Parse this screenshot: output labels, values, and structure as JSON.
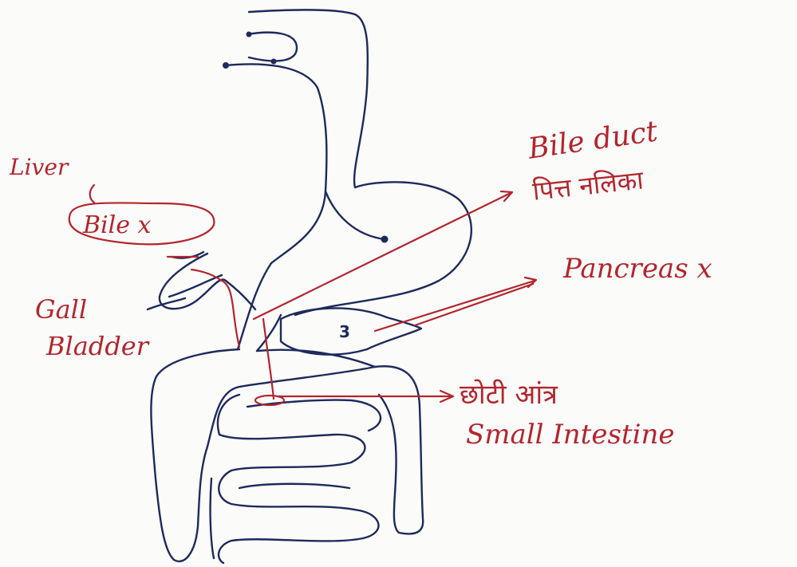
{
  "labels": {
    "liver": "Liver",
    "bile": "Bile x",
    "gall_bladder_1": "Gall",
    "gall_bladder_2": "Bladder",
    "bile_duct_en": "Bile duct",
    "bile_duct_hi": "पित्त नलिका",
    "pancreas": "Pancreas x",
    "small_intestine_hi": "छोटी आंत्र",
    "small_intestine_en": "Small Intestine",
    "pancreas_number": "3"
  },
  "colors": {
    "diagram_ink": "#1d2a5c",
    "label_ink": "#b3252e"
  }
}
